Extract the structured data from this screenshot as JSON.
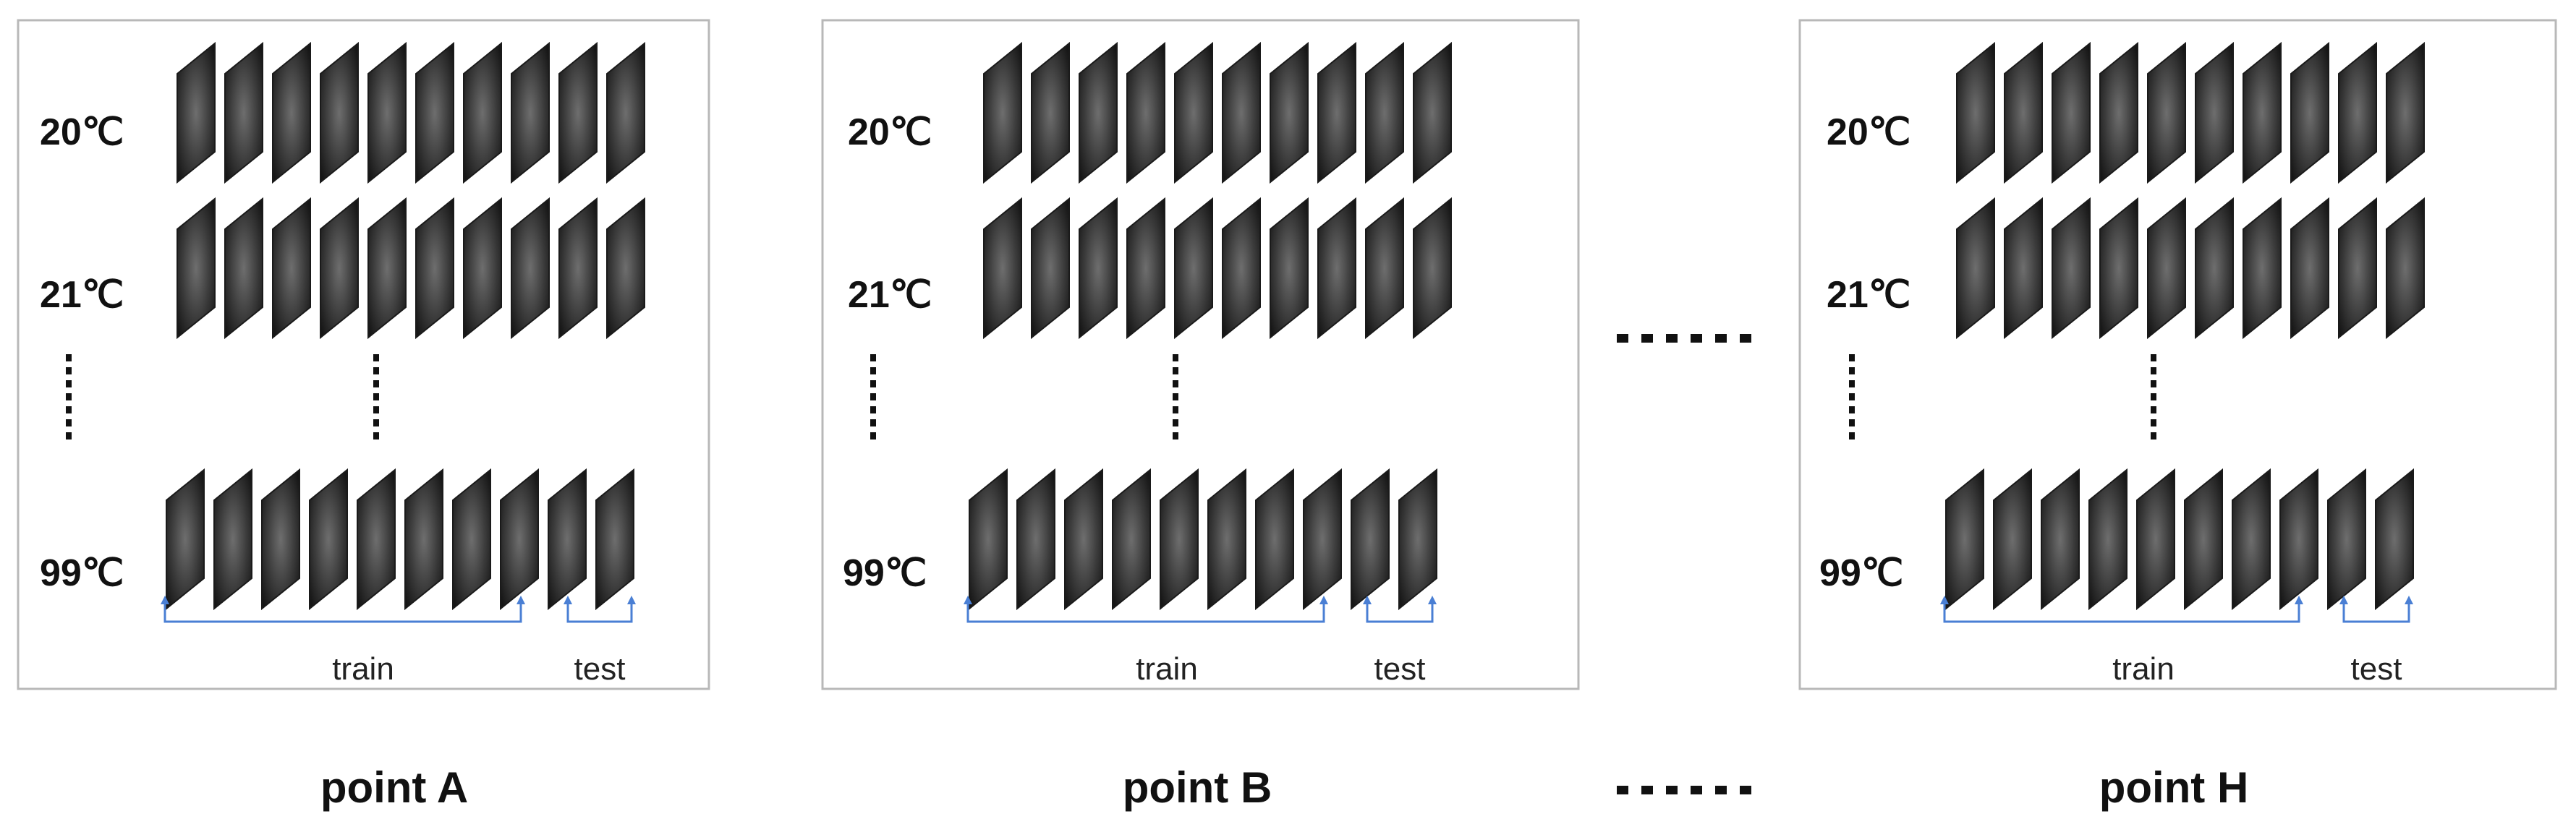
{
  "panels": [
    {
      "point_label": "point A",
      "rows": [
        {
          "label": "20℃",
          "frames": 10
        },
        {
          "label": "21℃",
          "frames": 10
        },
        {
          "label": "99℃",
          "frames": 10
        }
      ],
      "train_label": "train",
      "test_label": "test"
    },
    {
      "point_label": "point B",
      "rows": [
        {
          "label": "20℃",
          "frames": 10
        },
        {
          "label": "21℃",
          "frames": 10
        },
        {
          "label": "99℃",
          "frames": 10
        }
      ],
      "train_label": "train",
      "test_label": "test"
    },
    {
      "point_label": "point H",
      "rows": [
        {
          "label": "20℃",
          "frames": 10
        },
        {
          "label": "21℃",
          "frames": 10
        },
        {
          "label": "99℃",
          "frames": 10
        }
      ],
      "train_label": "train",
      "test_label": "test"
    }
  ],
  "colors": {
    "bracket": "#4a7fd4",
    "frame_dark": "#1a1a1a",
    "frame_light": "#6e6e6e",
    "border": "#b8b8b8",
    "dots": "#111111"
  },
  "icons": {
    "frame": "speckle-image-frame-icon",
    "ellipsis": "ellipsis-dots-icon"
  }
}
